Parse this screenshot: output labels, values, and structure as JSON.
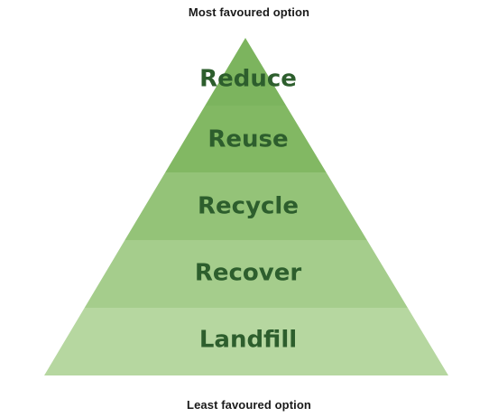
{
  "top_caption": "Most favoured option",
  "bottom_caption": "Least favoured option",
  "tiers": [
    {
      "label": "Reduce",
      "color": "#7cb45e"
    },
    {
      "label": "Reuse",
      "color": "#82b863"
    },
    {
      "label": "Recycle",
      "color": "#94c378"
    },
    {
      "label": "Recover",
      "color": "#a5cd8c"
    },
    {
      "label": "Landfill",
      "color": "#b6d7a0"
    }
  ],
  "label_color": "#2d5e2d"
}
